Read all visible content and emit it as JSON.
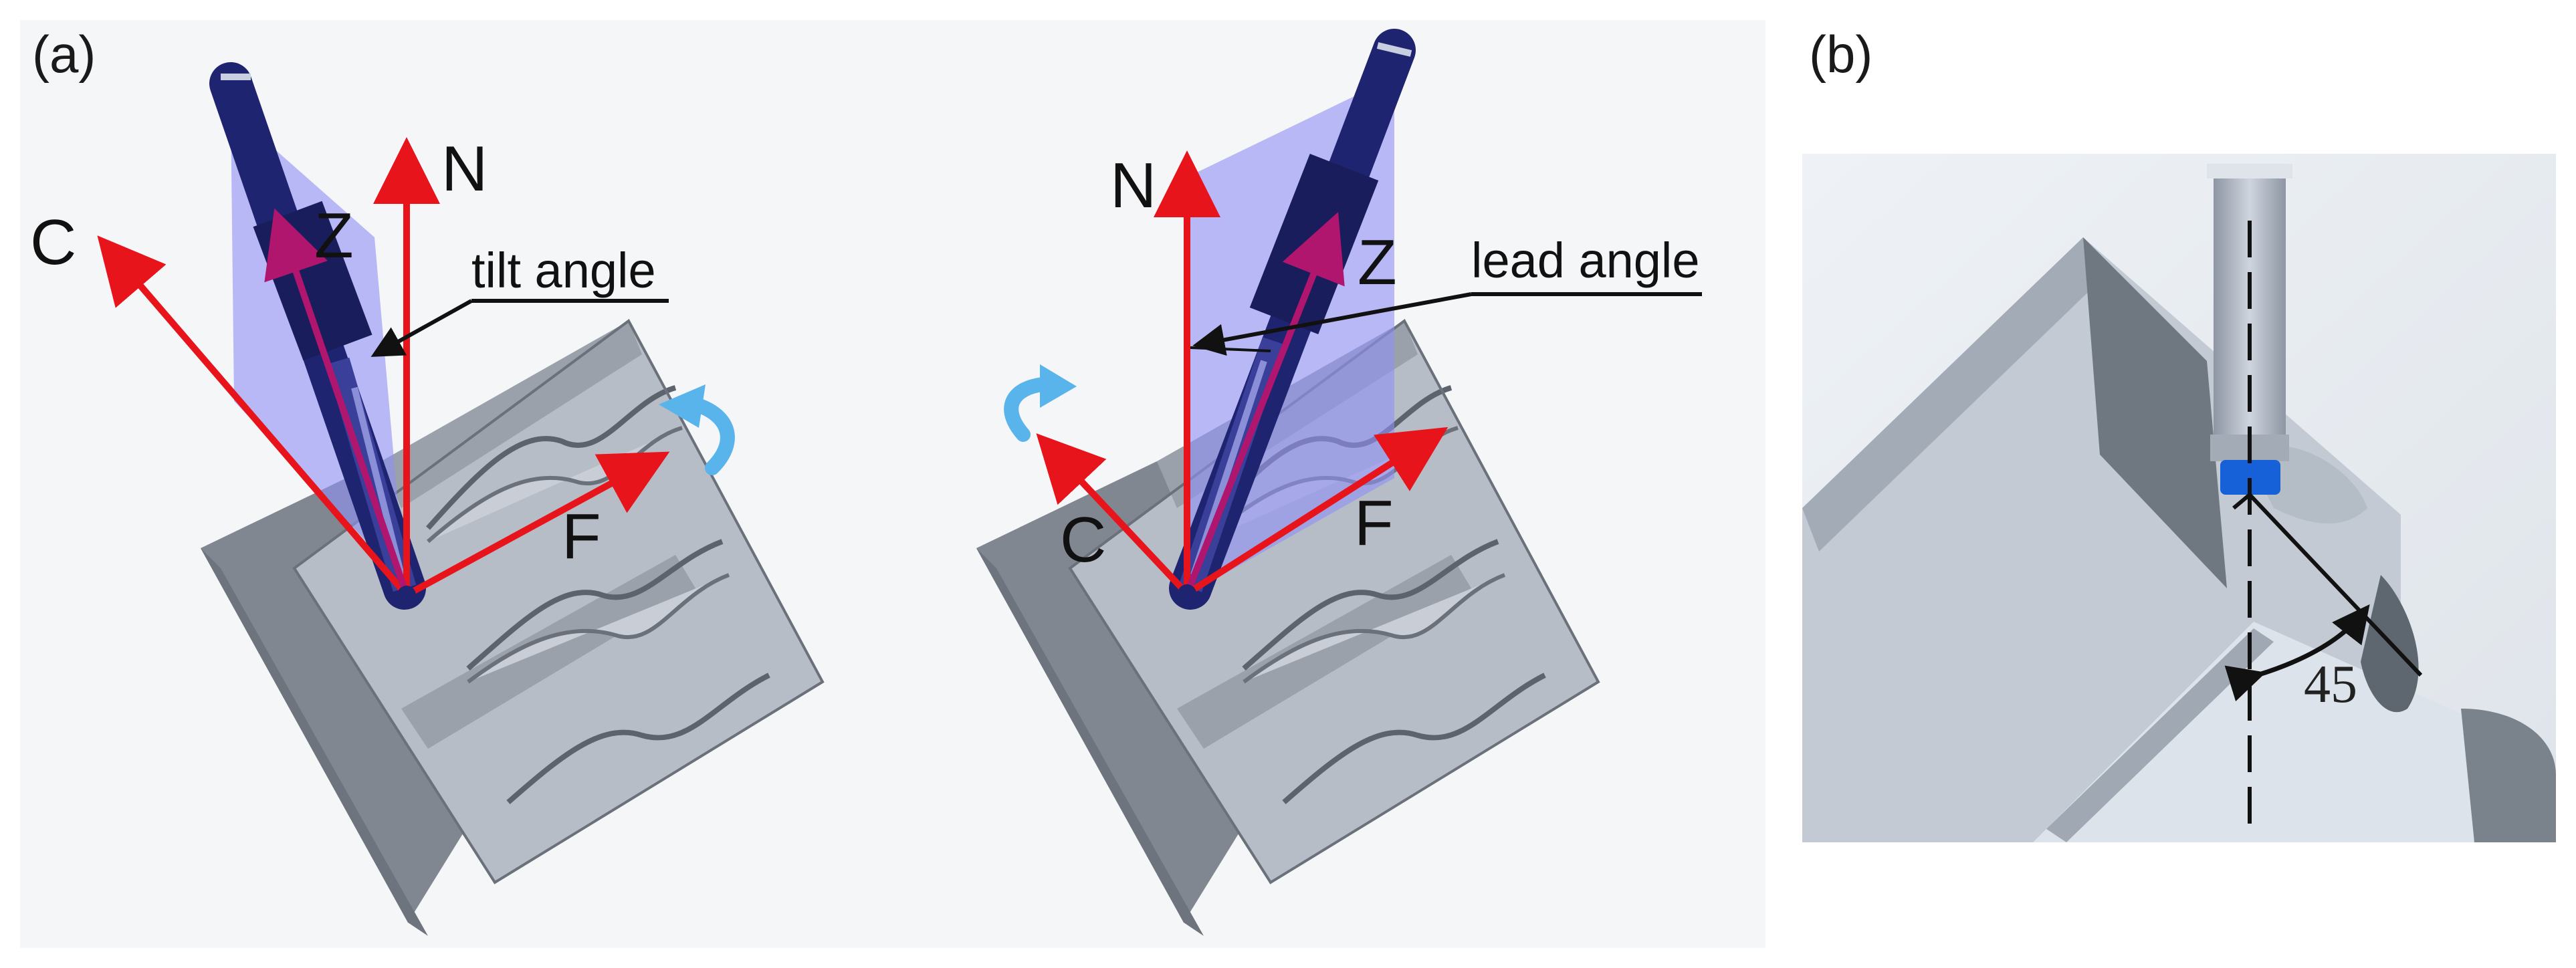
{
  "panels": {
    "a": {
      "label": "(a)"
    },
    "b": {
      "label": "(b)"
    }
  },
  "tilt_view": {
    "axes": {
      "C": "C",
      "N": "N",
      "Z": "Z",
      "F": "F"
    },
    "angle_label": "tilt angle"
  },
  "lead_view": {
    "axes": {
      "N": "N",
      "Z": "Z",
      "C": "C",
      "F": "F"
    },
    "angle_label": "lead angle"
  },
  "detail_view": {
    "angle_value": "45"
  },
  "colors": {
    "axis_arrow": "#e8141c",
    "tool_body": "#1f2470",
    "plane": "#8f8ff5",
    "workpiece": "#a9b0bb",
    "rotation_arrow": "#59b4ec",
    "tool_tip": "#1660d8"
  },
  "icons": [
    "rotation-arrow-icon",
    "angle-arc-icon"
  ]
}
